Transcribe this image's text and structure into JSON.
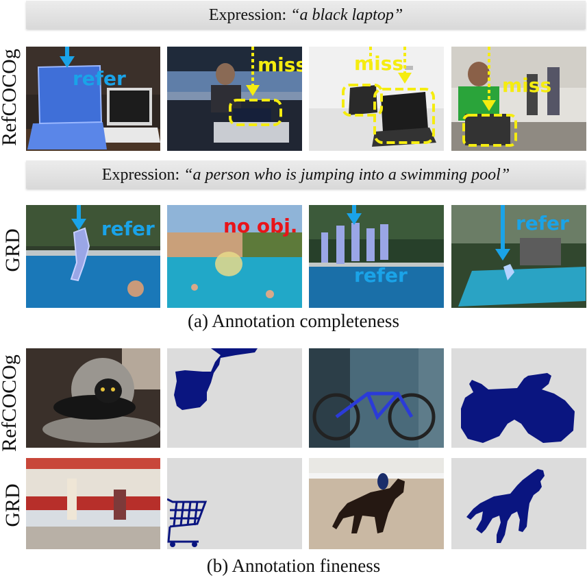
{
  "section_a": {
    "refcocog": {
      "expression_prefix": "Expression: ",
      "expression_quote": "“a black laptop”",
      "row_label": "RefCOCOg",
      "tags": {
        "refer": "refer",
        "miss1": "miss",
        "miss2": "miss",
        "miss3": "miss"
      }
    },
    "grd": {
      "expression_prefix": "Expression: ",
      "expression_quote": "“a person who is jumping into a swimming pool”",
      "row_label": "GRD",
      "tags": {
        "refer1": "refer",
        "noobj": "no obj.",
        "refer2": "refer",
        "refer3": "refer"
      }
    },
    "caption": "(a) Annotation completeness"
  },
  "section_b": {
    "refcocog_label": "RefCOCOg",
    "grd_label": "GRD",
    "caption": "(b) Annotation fineness"
  },
  "colors": {
    "refer_blue": "#1aa3e8",
    "miss_yellow": "#f5ec10",
    "noobj_red": "#e8141a",
    "mask_navy": "#0a1580",
    "panel_grey": "#dcdcdc"
  }
}
